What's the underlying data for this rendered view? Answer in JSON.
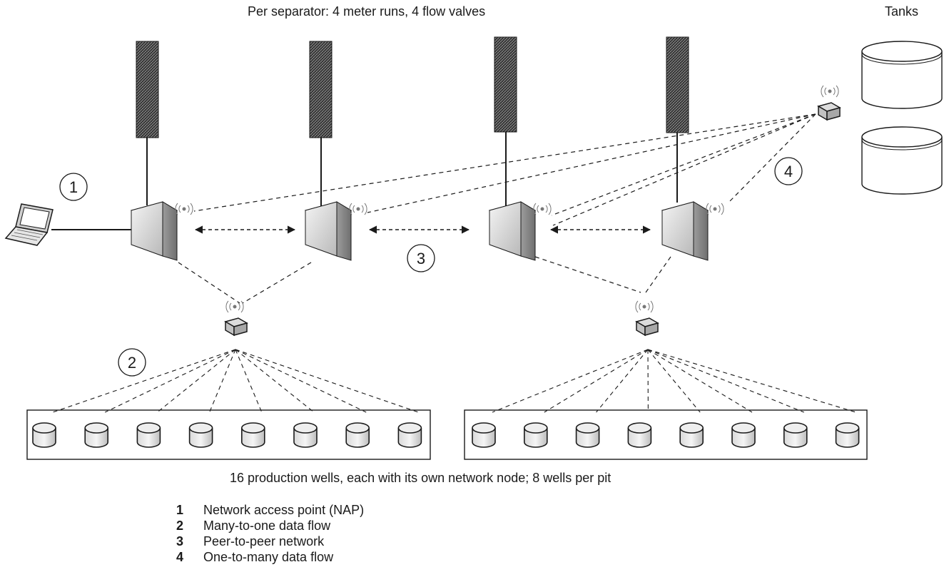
{
  "header": {
    "separator_caption": "Per separator: 4 meter runs, 4 flow valves",
    "tanks_caption": "Tanks"
  },
  "footer": {
    "wells_caption": "16 production wells, each with its own network node; 8 wells per pit"
  },
  "callouts": [
    "1",
    "2",
    "3",
    "4"
  ],
  "legend": [
    {
      "num": "1",
      "text": "Network access point (NAP)"
    },
    {
      "num": "2",
      "text": "Many-to-one data flow"
    },
    {
      "num": "3",
      "text": "Peer-to-peer network"
    },
    {
      "num": "4",
      "text": "One-to-many data flow"
    }
  ],
  "diagram": {
    "separator_count": 4,
    "tank_count": 2,
    "pit_count": 2,
    "wells_per_pit": 8,
    "colors": {
      "line": "#1a1a1a",
      "node_fill": "#dcdcdc",
      "well_fill": "#e0e0e0",
      "wireless": "#888888"
    }
  }
}
